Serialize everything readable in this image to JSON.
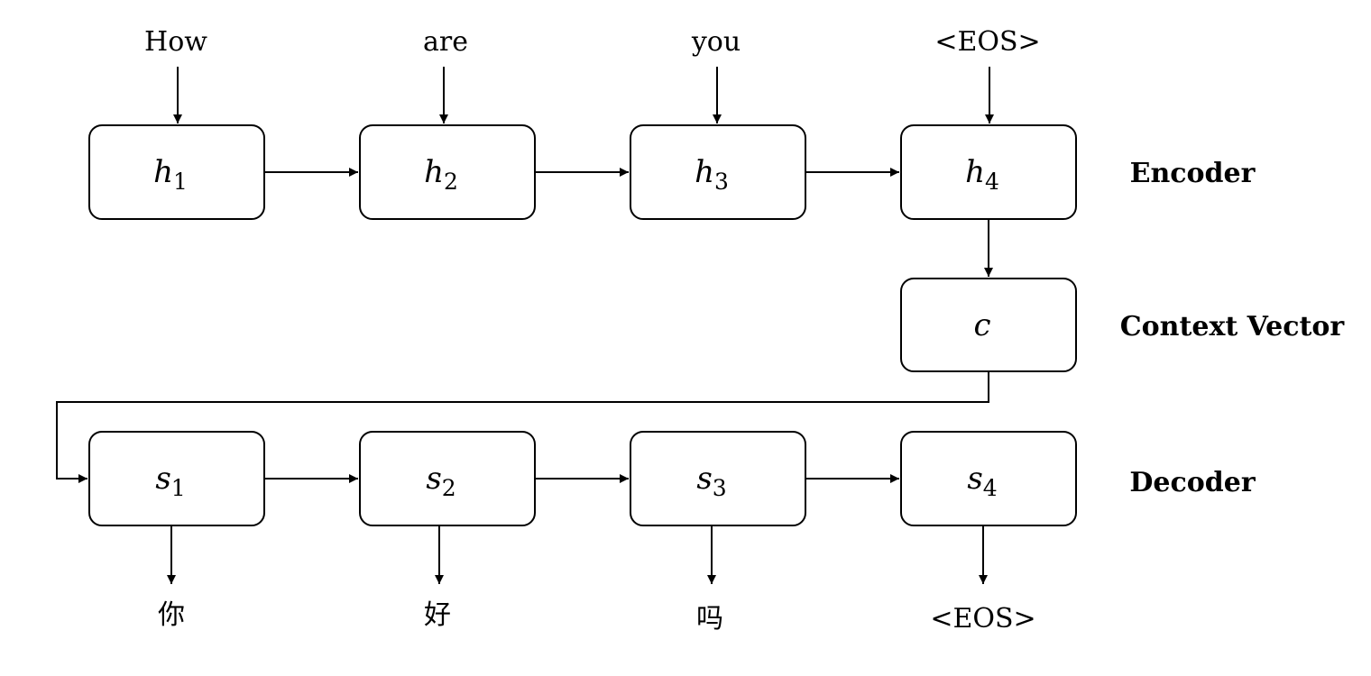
{
  "encoder": {
    "label": "Encoder",
    "inputs": [
      "How",
      "are",
      "you",
      "<EOS>"
    ],
    "states": [
      {
        "symbol": "h",
        "index": "1"
      },
      {
        "symbol": "h",
        "index": "2"
      },
      {
        "symbol": "h",
        "index": "3"
      },
      {
        "symbol": "h",
        "index": "4"
      }
    ]
  },
  "context": {
    "label": "Context Vector",
    "symbol": "c"
  },
  "decoder": {
    "label": "Decoder",
    "states": [
      {
        "symbol": "s",
        "index": "1"
      },
      {
        "symbol": "s",
        "index": "2"
      },
      {
        "symbol": "s",
        "index": "3"
      },
      {
        "symbol": "s",
        "index": "4"
      }
    ],
    "outputs": [
      "你",
      "好",
      "吗",
      "<EOS>"
    ]
  }
}
